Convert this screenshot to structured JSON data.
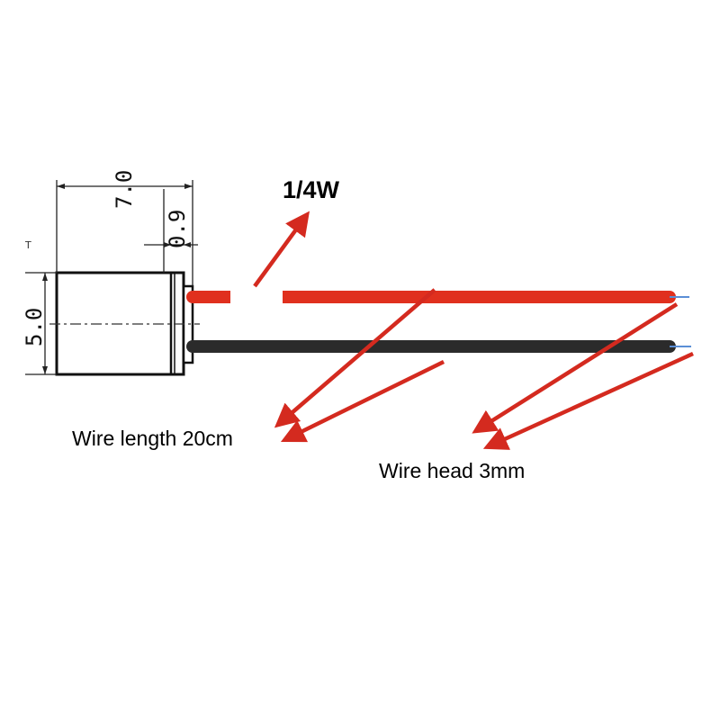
{
  "dimensions": {
    "overall_length": "7.0",
    "end_cap_length": "0.9",
    "diameter": "5.0",
    "corner_mark": "T"
  },
  "labels": {
    "power": "1/4W",
    "wire_length": "Wire length 20cm",
    "wire_head": "Wire head 3mm"
  },
  "colors": {
    "red_wire": "#e0301e",
    "black_wire": "#2b2b2b",
    "arrow": "#d42a1f",
    "wire_tip": "#5b8fd6"
  }
}
